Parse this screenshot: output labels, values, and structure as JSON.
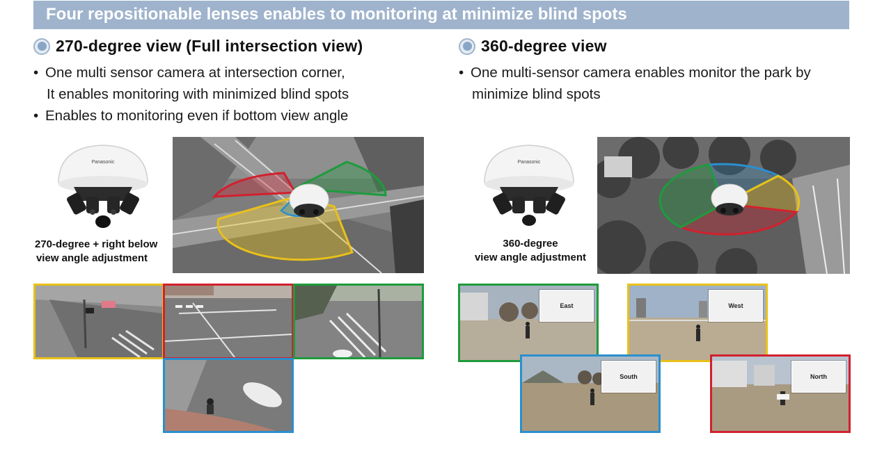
{
  "banner": {
    "title": "Four repositionable lenses enables to monitoring at minimize blind spots"
  },
  "left": {
    "heading": "270-degree view (Full intersection view)",
    "bullets": [
      {
        "line1": "One multi sensor camera at intersection corner,",
        "line2": "It enables monitoring with minimized blind spots"
      },
      {
        "line1": "Enables to monitoring even if bottom view angle"
      }
    ],
    "camera_caption": [
      "270-degree + right below",
      "view angle adjustment"
    ],
    "camera_brand": "Panasonic"
  },
  "right": {
    "heading": "360-degree view",
    "bullets": [
      {
        "line1": "One multi-sensor camera enables monitor the park by",
        "line2": "minimize blind spots"
      }
    ],
    "camera_caption": [
      "360-degree",
      "view angle adjustment"
    ],
    "camera_brand": "Panasonic",
    "direction_signs": {
      "east": "East",
      "west": "West",
      "south": "South",
      "north": "North"
    }
  },
  "colors": {
    "banner": "#9fb3cc",
    "yellow": "#e9c11a",
    "red": "#d2202e",
    "green": "#1e9b3d",
    "blue": "#2a8fcf"
  }
}
